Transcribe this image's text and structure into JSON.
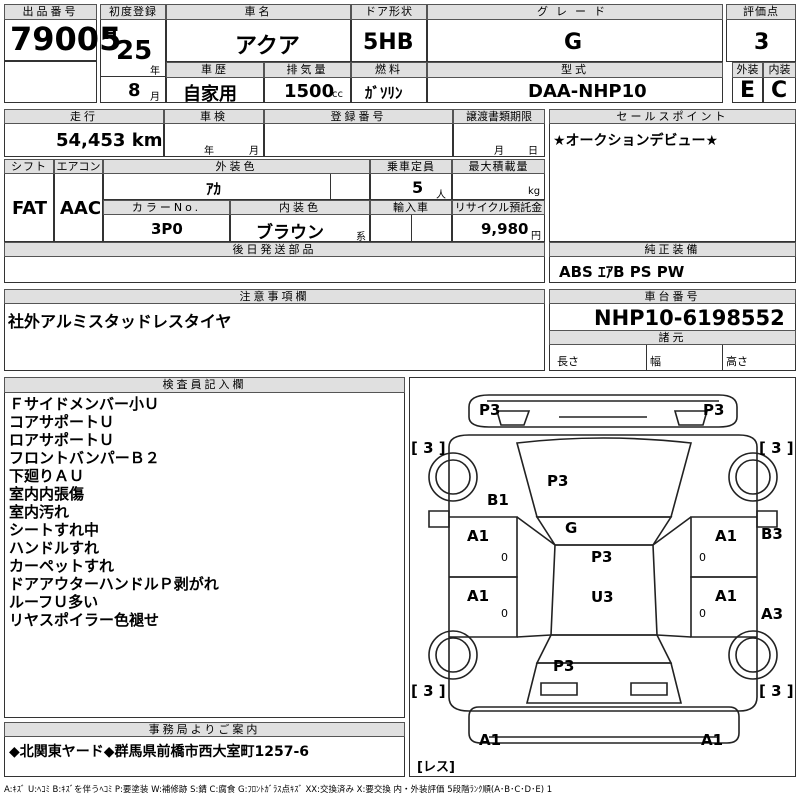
{
  "header": {
    "lot_no_label": "出品番号",
    "lot_no": "79005",
    "first_reg_label": "初度登録",
    "era": "H",
    "year": "25",
    "year_unit": "年",
    "month": "8",
    "month_unit": "月",
    "car_name_label": "車名",
    "car_name": "アクア",
    "door_label": "ドア形状",
    "door": "5HB",
    "grade_label": "グレード",
    "grade": "G",
    "score_label": "評価点",
    "score": "3",
    "history_label": "車歴",
    "history": "自家用",
    "displacement_label": "排気量",
    "displacement": "1500",
    "displacement_unit": "cc",
    "fuel_label": "燃料",
    "fuel": "ｶﾞｿﾘﾝ",
    "model_label": "型式",
    "model": "DAA-NHP10",
    "exterior_label": "外装",
    "exterior": "E",
    "interior_label": "内装",
    "interior": "C"
  },
  "row2": {
    "mileage_label": "走行",
    "mileage": "54,453 km",
    "inspection_label": "車検",
    "insp_year_unit": "年",
    "insp_month_unit": "月",
    "reg_no_label": "登録番号",
    "transfer_label": "譲渡書類期限",
    "transfer_month_unit": "月",
    "transfer_day_unit": "日",
    "sales_point_label": "セールスポイント",
    "sales_point": "★オークションデビュー★"
  },
  "row3": {
    "shift_label": "シフト",
    "shift": "FAT",
    "ac_label": "エアコン",
    "ac": "AAC",
    "ext_color_label": "外装色",
    "ext_color": "ｱｶ",
    "capacity_label": "乗車定員",
    "capacity": "5",
    "capacity_unit": "人",
    "max_load_label": "最大積載量",
    "max_load_unit": "kg",
    "color_no_label": "カラーNo.",
    "color_no": "3P0",
    "int_color_label": "内装色",
    "int_color": "ブラウン",
    "int_color_unit": "系",
    "import_label": "輸入車",
    "recycle_label": "リサイクル預託金",
    "recycle": "9,980",
    "recycle_unit": "円"
  },
  "later_parts_label": "後日発送部品",
  "equipment": {
    "label": "純正装備",
    "value": "ABS ｴｱB PS PW"
  },
  "notes": {
    "label": "注意事項欄",
    "value": "社外アルミスタッドレスタイヤ"
  },
  "chassis": {
    "label": "車台番号",
    "value": "NHP10-6198552",
    "dims_label": "諸元",
    "length_label": "長さ",
    "width_label": "幅",
    "height_label": "高さ"
  },
  "inspector": {
    "label": "検査員記入欄",
    "lines": [
      "Ｆサイドメンバー小Ｕ",
      "コアサポートＵ",
      "ロアサポートＵ",
      "フロントバンパーＢ２",
      "下廻りＡＵ",
      "室内内張傷",
      "室内汚れ",
      "シートすれ中",
      "ハンドルすれ",
      "カーペットすれ",
      "ドアアウターハンドルＰ剥がれ",
      "ルーフＵ多い",
      "リヤスポイラー色褪せ"
    ]
  },
  "diagram": {
    "front_left": "P3",
    "front_right": "P3",
    "tire_fl": "[ 3 ]",
    "tire_fr": "[ 3 ]",
    "tire_rl": "[ 3 ]",
    "tire_rr": "[ 3 ]",
    "hood": "P3",
    "fender_l": "B1",
    "windshield": "G",
    "roof": "P3",
    "roof_u": "U3",
    "door_fl": "A1",
    "door_fr": "A1",
    "door_rl": "A1",
    "door_rr": "A1",
    "right_b": "B3",
    "right_a": "A3",
    "trunk": "P3",
    "rear_left": "A1",
    "rear_right": "A1",
    "spare": "[レス]",
    "zero": "0"
  },
  "office": {
    "label": "事務局よりご案内",
    "value": "◆北関東ヤード◆群馬県前橋市西大室町1257-6"
  },
  "legend": "A:ｷｽﾞ U:ﾍｺﾐ B:ｷｽﾞを伴うﾍｺﾐ P:要塗装 W:補修跡 S:錆 C:腐食 G:ﾌﾛﾝﾄｶﾞﾗｽ点ｷｽﾞ XX:交換済み X:要交換 内・外装評価 5段階ﾗﾝｸ順(A･B･C･D･E) 1"
}
